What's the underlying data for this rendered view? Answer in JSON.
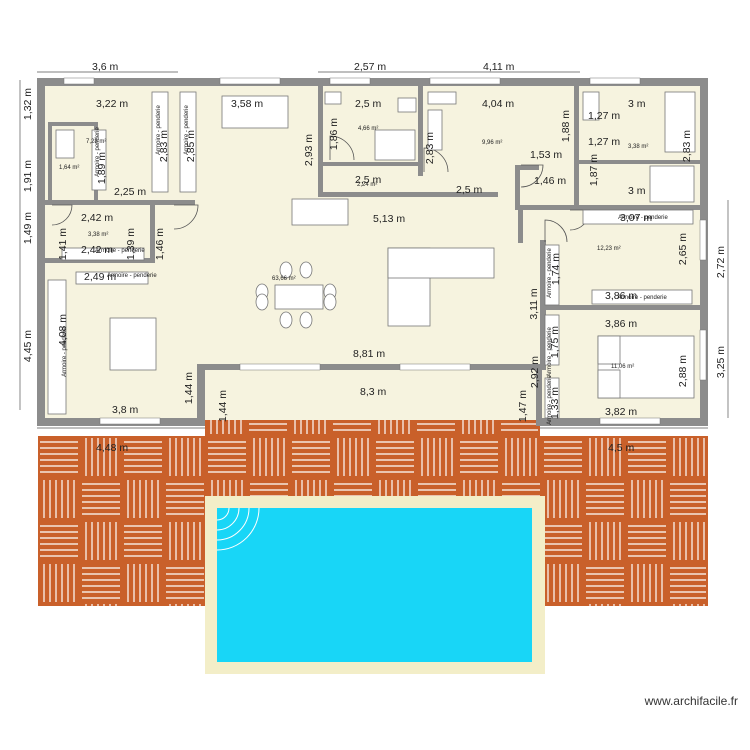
{
  "watermark": "www.archifacile.fr",
  "colors": {
    "wall": "#8c8c8c",
    "floor": "#f6f3df",
    "deck": "#c9602a",
    "deck_line": "#ffffff",
    "pool_water": "#18d6f7",
    "pool_coping": "#f3eec8",
    "dim_line": "#555555",
    "furniture": "#ffffff",
    "furniture_edge": "#777777"
  },
  "dimensions": {
    "top_a": "3,6 m",
    "top_b": "2,57 m",
    "top_c": "4,11 m",
    "left_a": "1,32 m",
    "left_b": "1,91 m",
    "left_c": "1,49 m",
    "left_d": "4,45 m",
    "right_a": "2,72 m",
    "right_b": "3,25 m",
    "bottom_left": "4,48 m",
    "bottom_right": "4,5 m",
    "r1_w": "3,22 m",
    "r1_w2": "3,58 m",
    "r2_w": "2,5 m",
    "r3_w": "4,04 m",
    "r4_w": "3 m",
    "r4_h": "1,27 m",
    "r4_h2": "1,27 m",
    "r4_v": "1,88 m",
    "r4_v2": "2,83 m",
    "ch1_v": "2,83 m",
    "ch1_v2": "2,85 m",
    "sdb_v": "1,89 m",
    "wc_v": "2,25 m",
    "hall_v": "2,93 m",
    "r2_v": "1,86 m",
    "r2_v2": "2,83 m",
    "r2_w2": "2,5 m",
    "r3_w2": "2,5 m",
    "hall_w": "1,53 m",
    "hall_v2": "1,46 m",
    "hall_v3": "1,87 m",
    "r5_w": "3 m",
    "ch3_w": "3,07 m",
    "ch3_v": "2,65 m",
    "ch3_v2": "1,74 m",
    "ch3_w2": "3,86 m",
    "ch4_w": "3,86 m",
    "ch4_v": "2,88 m",
    "ch4_v2": "1,75 m",
    "ch4_w2": "3,82 m",
    "ch4_v3": "1,33 m",
    "ch4_v4": "2,92 m",
    "ch4_v5": "1,47 m",
    "living_w": "5,13 m",
    "living_v": "3,11 m",
    "living_w2": "8,81 m",
    "living_w3": "8,3 m",
    "cl_w": "2,42 m",
    "cl_v": "1,41 m",
    "cl_v2": "1,39 m",
    "cl_v3": "1,46 m",
    "cl_w2": "2,42 m",
    "kit_w": "2,49 m",
    "kit_v": "4,08 m",
    "kit_w2": "3,8 m",
    "kit_v2": "1,44 m",
    "kit_v3": "1,44 m"
  },
  "areas": {
    "room_a": "7,28 m²",
    "room_b": "1,64 m²",
    "room_c": "4,66 m²",
    "room_d": "9,96 m²",
    "room_e": "3,38 m²",
    "room_f": "2,24 m²",
    "room_g": "3,38 m²",
    "room_h": "12,23 m²",
    "room_i": "63,66 m²",
    "room_j": "11,06 m²"
  },
  "furniture_labels": {
    "wardrobe_a": "Armoire - penderie",
    "wardrobe_b": "Armoire - penderie",
    "wardrobe_c": "Armoire - penderie",
    "wardrobe_d": "Armoire - penderie",
    "wardrobe_e": "Armoire - penderie",
    "wardrobe_f": "Armoire - penderie",
    "wardrobe_g": "Armoire - penderie",
    "wardrobe_h": "Armoire - penderie",
    "wardrobe_i": "Armoire - penderie",
    "wardrobe_j": "Armoire - penderie",
    "wardrobe_k": "Armoire - penderie"
  }
}
